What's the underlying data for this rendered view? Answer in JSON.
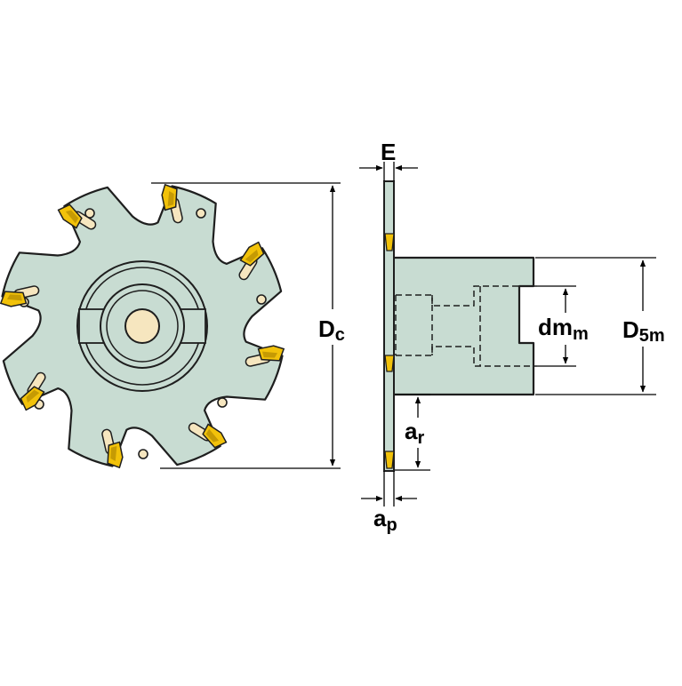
{
  "labels": {
    "E": "E",
    "Dc_main": "D",
    "Dc_sub": "c",
    "D5m_main": "D",
    "D5m_sub": "5m",
    "dmm_main": "dm",
    "dmm_sub": "m",
    "ar_main": "a",
    "ar_sub": "r",
    "ap_main": "a",
    "ap_sub": "p"
  },
  "colors": {
    "body": "#c8dcd2",
    "outline": "#1e1e1e",
    "insert": "#f2c20a",
    "insert_shadow": "#a07a00",
    "pocket": "#f6e6bf",
    "background": "#ffffff"
  },
  "icons": {
    "cutter_front": "slot-milling-cutter",
    "cutter_side": "cutter-side-profile"
  }
}
